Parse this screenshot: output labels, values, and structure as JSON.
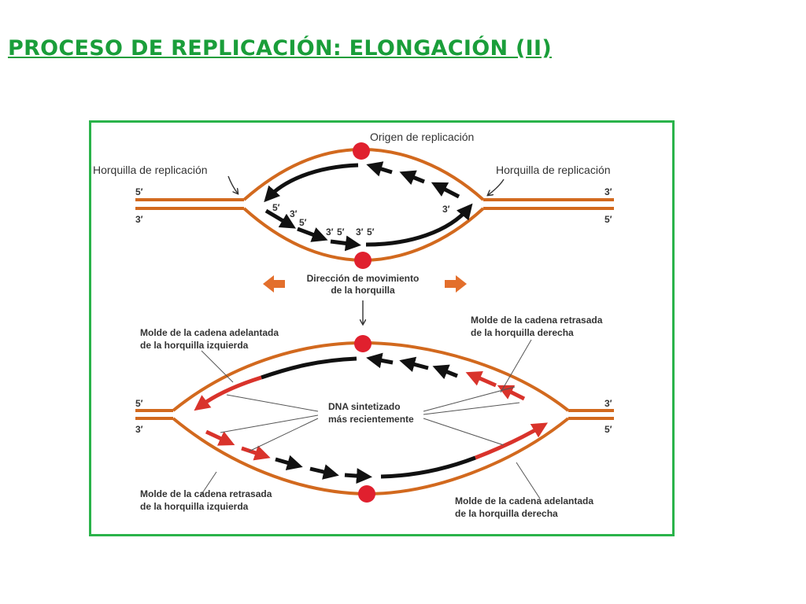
{
  "title": "PROCESO DE REPLICACIÓN: ELONGACIÓN (II)",
  "top_diagram": {
    "origin_label": "Origen de replicación",
    "fork_left_label": "Horquilla de replicación",
    "fork_right_label": "Horquilla de replicación",
    "end_left_top": "5′",
    "end_left_bottom": "3′",
    "end_right_top": "3′",
    "end_right_bottom": "5′",
    "inner_labels": [
      "5′",
      "3′",
      "5′",
      "3′",
      "5′",
      "3′",
      "5′",
      "3′"
    ]
  },
  "direction": {
    "line1": "Dirección de movimiento",
    "line2": "de la horquilla"
  },
  "bottom_diagram": {
    "leading_left_line1": "Molde de la cadena adelantada",
    "leading_left_line2": "de la horquilla izquierda",
    "lagging_right_line1": "Molde de la cadena retrasada",
    "lagging_right_line2": "de la horquilla derecha",
    "new_dna_line1": "DNA sintetizado",
    "new_dna_line2": "más recientemente",
    "lagging_left_line1": "Molde de la cadena retrasada",
    "lagging_left_line2": "de la horquilla izquierda",
    "leading_right_line1": "Molde de la cadena adelantada",
    "leading_right_line2": "de la horquilla derecha",
    "end_left_top": "5′",
    "end_left_bottom": "3′",
    "end_right_top": "3′",
    "end_right_bottom": "5′"
  },
  "colors": {
    "title": "#1a9e3a",
    "frame": "#2ab34a",
    "template_strand": "#d2691e",
    "new_strand": "#111111",
    "newest_strand": "#d9332b",
    "origin_dot": "#e0202e"
  }
}
